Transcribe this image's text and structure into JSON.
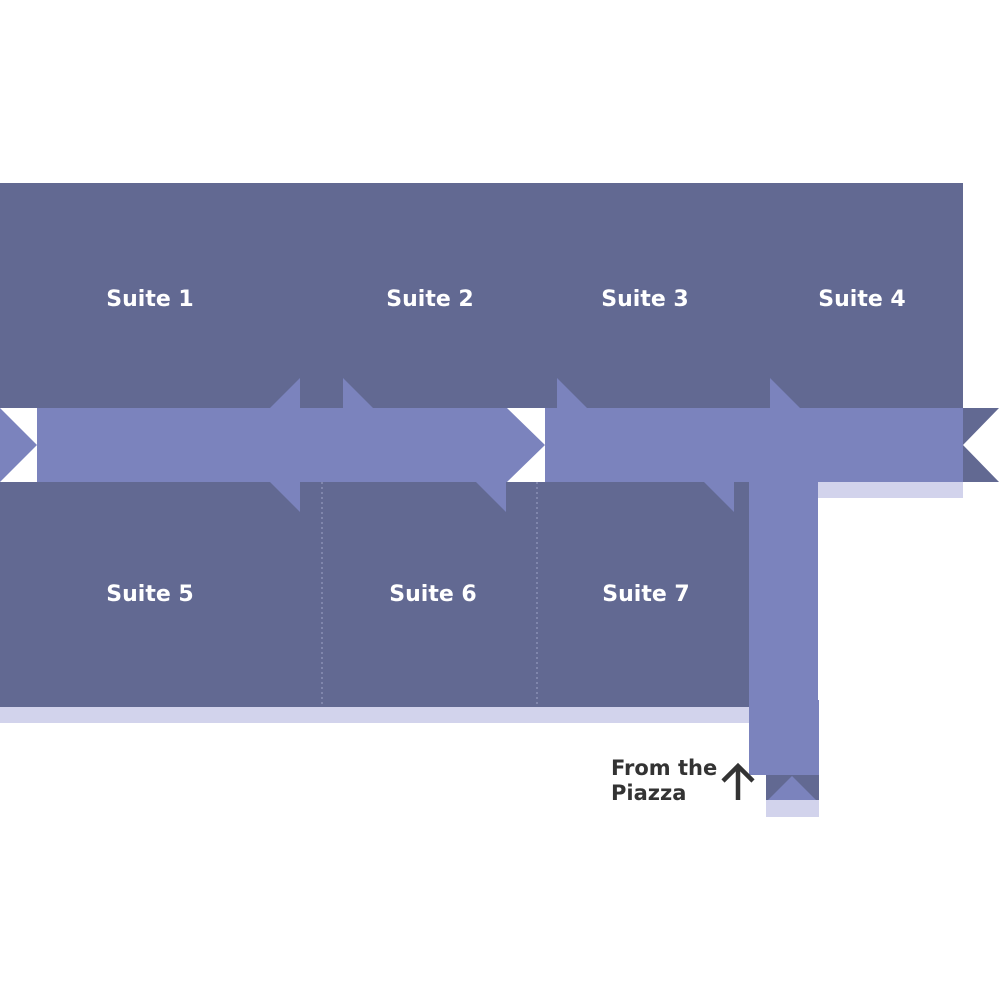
{
  "map": {
    "colors": {
      "suite_fill": "#626992",
      "corridor_fill": "#7b83bd",
      "shadow_fill": "#d2d3ec",
      "divider": "#8a90b5",
      "text_light": "#ffffff",
      "text_dark": "#333333"
    },
    "suites": [
      {
        "id": "suite-1",
        "label": "Suite 1"
      },
      {
        "id": "suite-2",
        "label": "Suite 2"
      },
      {
        "id": "suite-3",
        "label": "Suite 3"
      },
      {
        "id": "suite-4",
        "label": "Suite 4"
      },
      {
        "id": "suite-5",
        "label": "Suite 5"
      },
      {
        "id": "suite-6",
        "label": "Suite 6"
      },
      {
        "id": "suite-7",
        "label": "Suite 7"
      }
    ],
    "entrance": {
      "line1": "From the",
      "line2": "Piazza",
      "icon": "arrow-up-icon"
    }
  }
}
